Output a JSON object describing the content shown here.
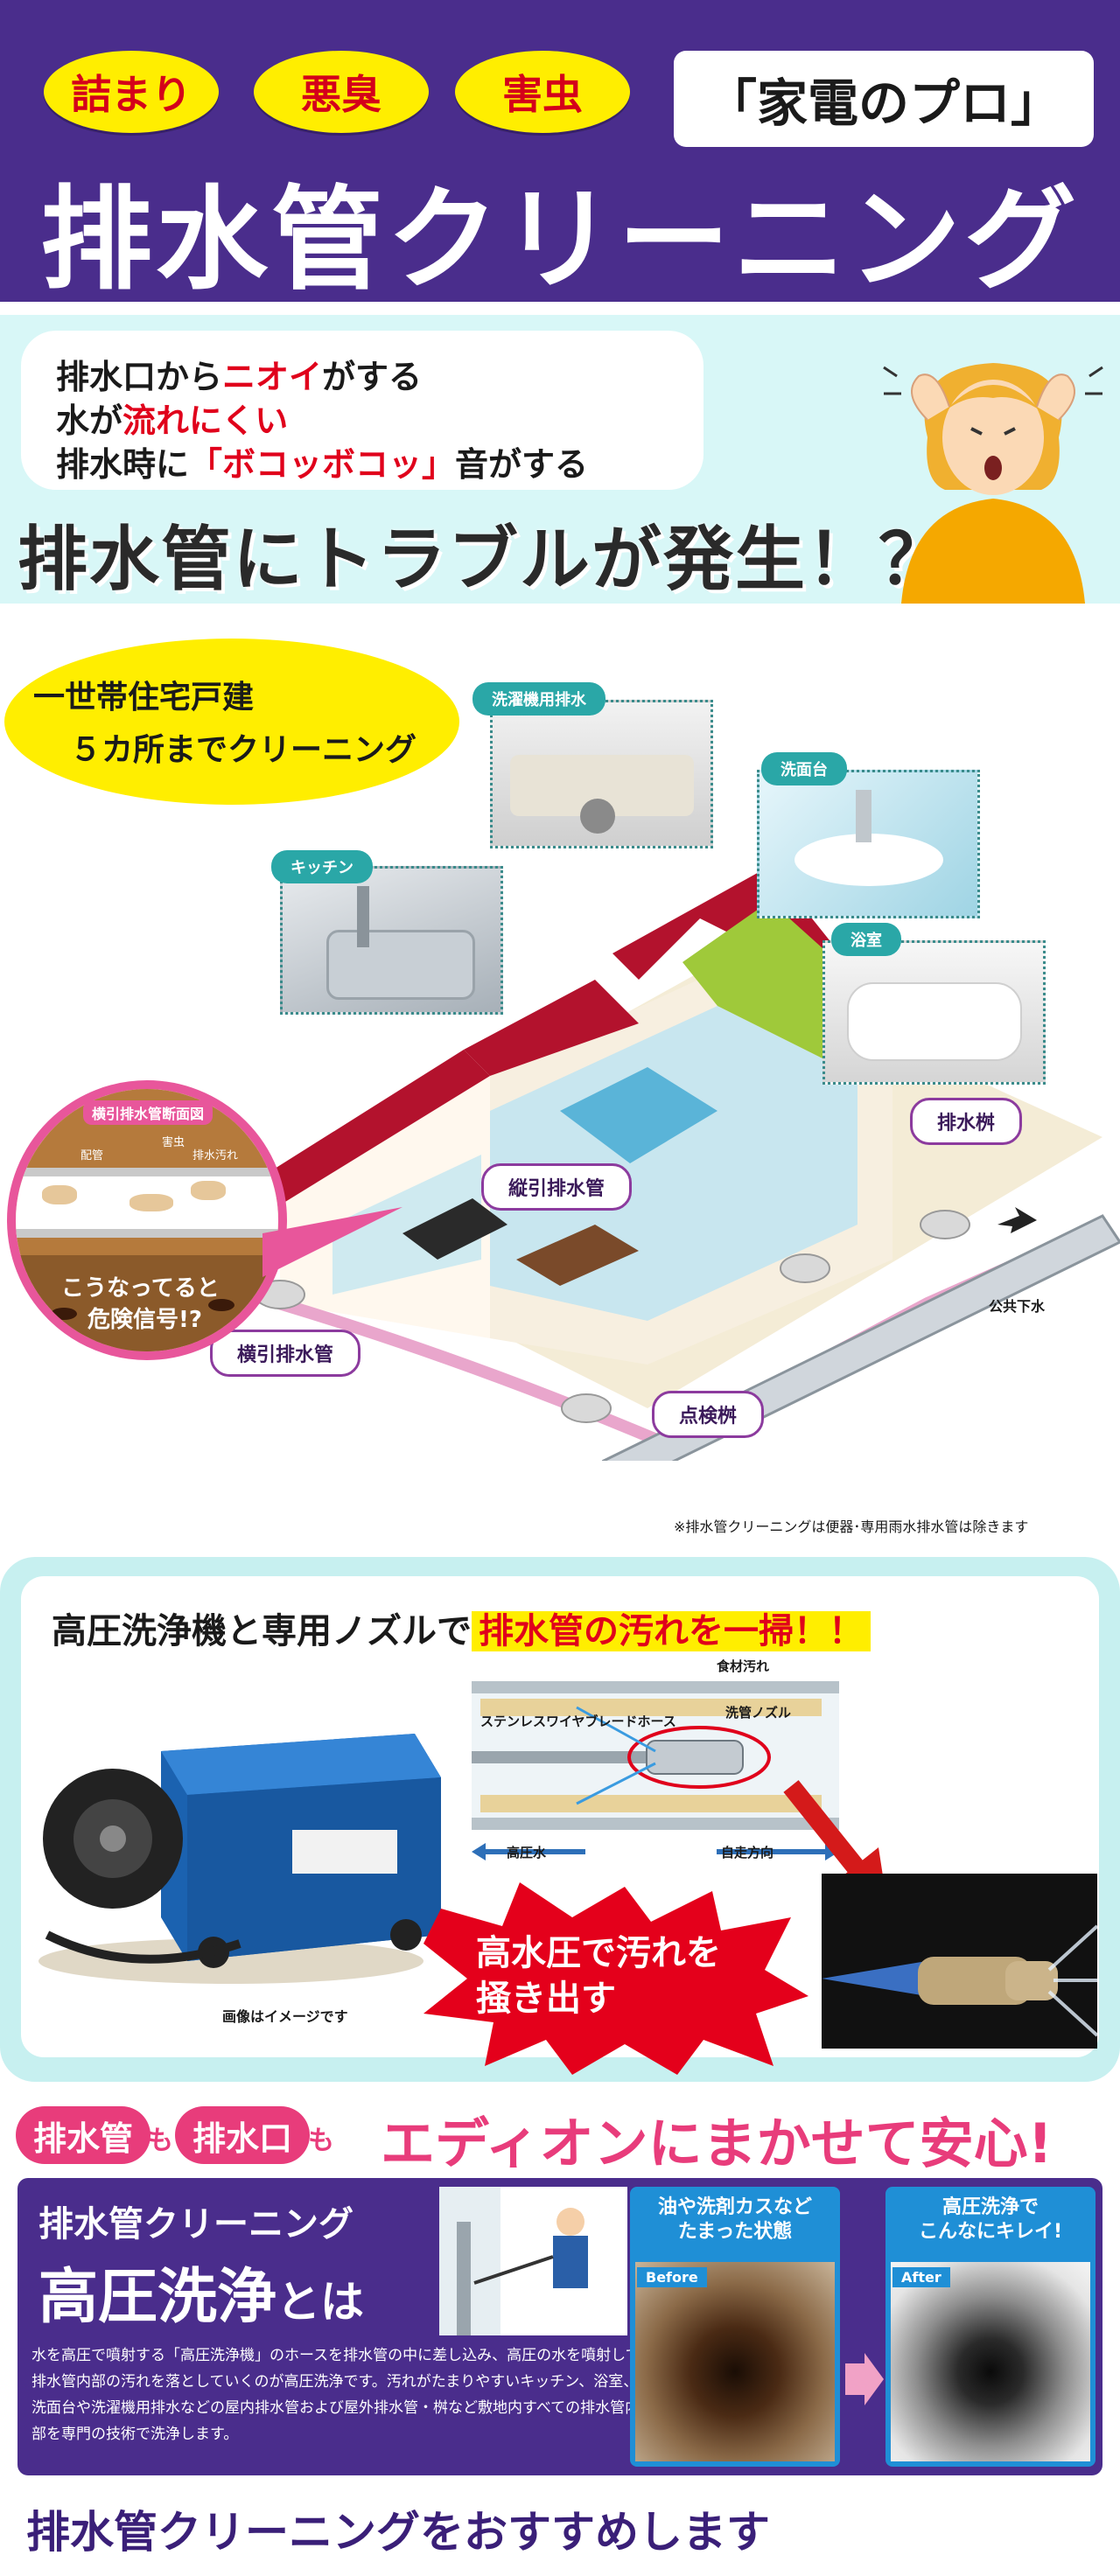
{
  "header": {
    "pills": [
      "詰まり",
      "悪臭",
      "害虫"
    ],
    "pro_badge": "「家電のプロ」",
    "title": "排水管クリーニング"
  },
  "trouble": {
    "line1_a": "排水口から",
    "line1_red": "ニオイ",
    "line1_b": "がする",
    "line2_a": "水が",
    "line2_red": "流れにくい",
    "line3_a": "排水時に",
    "line3_red": "「ボコッボコッ」",
    "line3_b": "音がする",
    "headline": "排水管にトラブルが発生！？"
  },
  "house": {
    "oval_line1": "一世帯住宅戸建",
    "oval_line2": "５カ所までクリーニング",
    "labels": {
      "laundry": "洗濯機用排水",
      "washbasin": "洗面台",
      "kitchen": "キッチン",
      "bath": "浴室",
      "catch_basin": "排水桝",
      "vertical_pipe": "縦引排水管",
      "horizontal_pipe": "横引排水管",
      "inspection_basin": "点検桝",
      "public_sewer": "公共下水"
    },
    "cross_section": {
      "title": "横引排水管断面図",
      "pipe": "配管",
      "pest": "害虫",
      "dirt": "排水汚れ",
      "warning_line1": "こうなってると",
      "warning_line2": "危険信号!?"
    },
    "note": "※排水管クリーニングは便器･専用雨水排水管は除きます"
  },
  "nozzle": {
    "title_a": "高圧洗浄機と専用ノズルで",
    "title_hl": "排水管の汚れを一掃！！",
    "food_dirt": "食材汚れ",
    "hose": "ステンレスワイヤブレードホース",
    "nozzle_label": "洗管ノズル",
    "high_pressure_water": "高圧水",
    "propulsion": "自走方向",
    "burst_line1": "高水圧で汚れを",
    "burst_line2": "掻き出す",
    "image_note": "画像はイメージです"
  },
  "edion": {
    "pill1": "排水管",
    "mo1": "も",
    "pill2": "排水口",
    "mo2": "も",
    "main": "エディオンにまかせて安心!"
  },
  "explain": {
    "title1": "排水管クリーニング",
    "title2": "高圧洗浄",
    "title2_small": "とは",
    "desc": "水を高圧で噴射する「高圧洗浄機」のホースを排水管の中に差し込み、高圧の水を噴射して排水管内部の汚れを落としていくのが高圧洗浄です。汚れがたまりやすいキッチン、浴室、洗面台や洗濯機用排水などの屋内排水管および屋外排水管・桝など敷地内すべての排水管内部を専門の技術で洗浄します。",
    "before_caption1": "油や洗剤カスなど",
    "before_caption2": "たまった状態",
    "before_tag": "Before",
    "after_caption1": "高圧洗浄で",
    "after_caption2": "こんなにキレイ!",
    "after_tag": "After"
  },
  "footer": "排水管クリーニングをおすすめします"
}
